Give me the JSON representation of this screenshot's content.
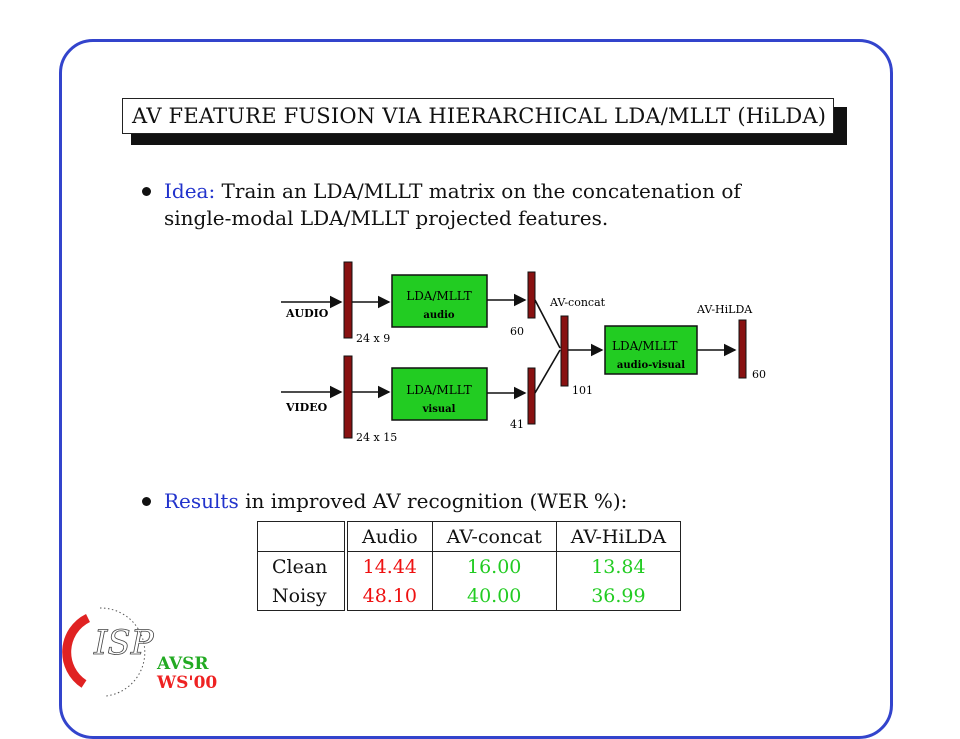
{
  "slide": {
    "title": "AV FEATURE FUSION VIA HIERARCHICAL LDA/MLLT (HiLDA)",
    "bullet1_keyword": "Idea:",
    "bullet1_line1": " Train an LDA/MLLT matrix on the concatenation of",
    "bullet1_line2": "single-modal LDA/MLLT projected features.",
    "bullet2_keyword": "Results",
    "bullet2_rest": " in improved AV recognition (WER %):"
  },
  "diagram": {
    "audio_label": "AUDIO",
    "video_label": "VIDEO",
    "audio_dim": "24 x 9",
    "video_dim": "24 x 15",
    "lda_audio_title": "LDA/MLLT",
    "lda_audio_sub": "audio",
    "lda_visual_title": "LDA/MLLT",
    "lda_visual_sub": "visual",
    "audio_out_dim": "60",
    "visual_out_dim": "41",
    "concat_label": "AV-concat",
    "concat_dim": "101",
    "lda_av_title": "LDA/MLLT",
    "lda_av_sub": "audio-visual",
    "hilda_label": "AV-HiLDA",
    "hilda_dim": "60",
    "colors": {
      "box_fill": "#22cc22",
      "bar_fill": "#881111"
    }
  },
  "table": {
    "headers": [
      "",
      "Audio",
      "AV-concat",
      "AV-HiLDA"
    ],
    "rows": [
      {
        "label": "Clean",
        "values": [
          "14.44",
          "16.00",
          "13.84"
        ]
      },
      {
        "label": "Noisy",
        "values": [
          "48.10",
          "40.00",
          "36.99"
        ]
      }
    ],
    "colors": {
      "audio": "#ee1111",
      "av": "#22cc22"
    }
  },
  "footer": {
    "logo_letters": "ISP",
    "line1": "AVSR",
    "line2": "WS'00"
  }
}
